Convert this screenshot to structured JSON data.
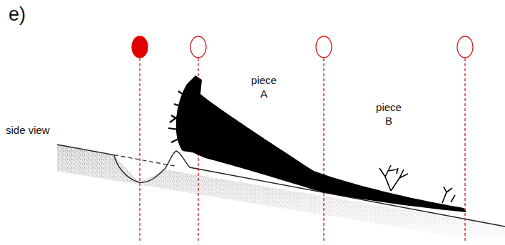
{
  "diagram": {
    "labels": [
      "e)",
      "side view",
      "piece A",
      "piece B"
    ]
  }
}
